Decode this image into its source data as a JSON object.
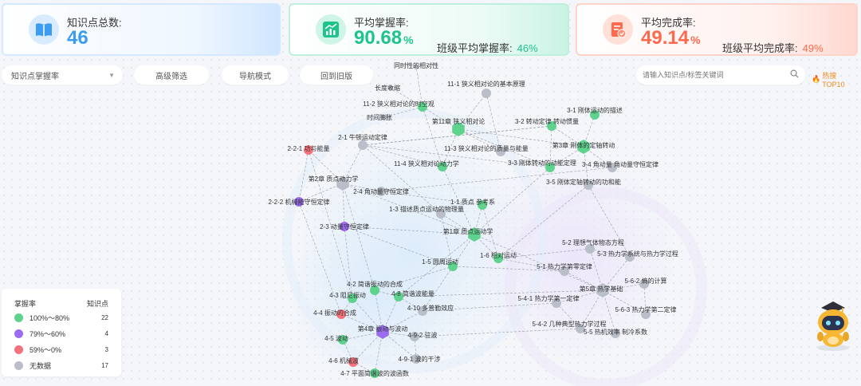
{
  "stats": {
    "total": {
      "label": "知识点总数:",
      "value": "46"
    },
    "mastery": {
      "label": "平均掌握率:",
      "value": "90.68",
      "unit": "%",
      "class_label": "班级平均掌握率:",
      "class_value": "46%"
    },
    "completion": {
      "label": "平均完成率:",
      "value": "49.14",
      "unit": "%",
      "class_label": "班级平均完成率:",
      "class_value": "49%"
    }
  },
  "toolbar": {
    "metric_select": "知识点掌握率",
    "advanced_filter": "高级筛选",
    "nav_mode": "导航模式",
    "back_old": "回到旧版",
    "search_placeholder": "请输入知识点/标签关键词",
    "hot_top": "热搜 TOP10"
  },
  "legend": {
    "title": "掌握率",
    "count_title": "知识点",
    "items": [
      {
        "label": "100%～80%",
        "count": "22",
        "color": "#5fd38d"
      },
      {
        "label": "79%～60%",
        "count": "4",
        "color": "#9b6cf0"
      },
      {
        "label": "59%～0%",
        "count": "3",
        "color": "#f3727b"
      },
      {
        "label": "无数据",
        "count": "17",
        "color": "#b9bec8"
      }
    ]
  },
  "graph": {
    "colors": {
      "green": "#5fd38d",
      "purple": "#9b6cf0",
      "red": "#f3727b",
      "gray": "#b9bec8",
      "edge": "#8a8f99"
    },
    "nodes": [
      {
        "id": "c11",
        "label": "第11章 狭义相对论",
        "color": "green",
        "type": "chapter"
      },
      {
        "id": "n11_2",
        "label": "11-2 狭义相对论的时空观",
        "color": "green",
        "type": "topic"
      },
      {
        "id": "n11_1",
        "label": "11-1 狭义相对论的基本原理",
        "color": "gray",
        "type": "topic"
      },
      {
        "id": "n11_3",
        "label": "11-3 狭义相对论的质量与能量",
        "color": "gray",
        "type": "topic"
      },
      {
        "id": "n11_4",
        "label": "11-4 狭义相对论动力学",
        "color": "green",
        "type": "topic"
      },
      {
        "id": "t_a",
        "label": "同时性的相对性",
        "color": "gray",
        "type": "point"
      },
      {
        "id": "t_b",
        "label": "长度收缩",
        "color": "gray",
        "type": "point"
      },
      {
        "id": "t_c",
        "label": "时间膨胀",
        "color": "gray",
        "type": "point"
      },
      {
        "id": "c3",
        "label": "第3章 刚体的定轴转动",
        "color": "green",
        "type": "chapter"
      },
      {
        "id": "n3_1",
        "label": "3-1 刚体运动的描述",
        "color": "green",
        "type": "topic"
      },
      {
        "id": "n3_2",
        "label": "3-2 转动定律 转动惯量",
        "color": "green",
        "type": "topic"
      },
      {
        "id": "n3_3",
        "label": "3-3 刚体转动的动能定理",
        "color": "green",
        "type": "topic"
      },
      {
        "id": "n3_4",
        "label": "3-4 角动量 角动量守恒定律",
        "color": "gray",
        "type": "topic"
      },
      {
        "id": "n3_5",
        "label": "3-5 刚体定轴转动的功和能",
        "color": "gray",
        "type": "topic"
      },
      {
        "id": "c2",
        "label": "第2章 质点动力学",
        "color": "gray",
        "type": "chapter"
      },
      {
        "id": "n2_1",
        "label": "2-1 牛顿运动定律",
        "color": "gray",
        "type": "topic"
      },
      {
        "id": "n2_2_1",
        "label": "2-2-1 功与能量",
        "color": "red",
        "type": "topic"
      },
      {
        "id": "n2_2_2",
        "label": "2-2-2 机械能守恒定律",
        "color": "purple",
        "type": "topic"
      },
      {
        "id": "n2_3",
        "label": "2-3 动量守恒定律",
        "color": "purple",
        "type": "topic"
      },
      {
        "id": "n2_4",
        "label": "2-4 角动量守恒定律",
        "color": "gray",
        "type": "topic"
      },
      {
        "id": "c1",
        "label": "第1章 质点运动学",
        "color": "green",
        "type": "chapter"
      },
      {
        "id": "n1_1",
        "label": "1-1 质点 参考系",
        "color": "green",
        "type": "topic"
      },
      {
        "id": "n1_3",
        "label": "1-3 描述质点运动的物理量",
        "color": "gray",
        "type": "topic"
      },
      {
        "id": "n1_5",
        "label": "1-5 圆周运动",
        "color": "green",
        "type": "topic"
      },
      {
        "id": "n1_6",
        "label": "1-6 相对运动",
        "color": "green",
        "type": "topic"
      },
      {
        "id": "c5",
        "label": "第5章 热学基础",
        "color": "gray",
        "type": "chapter"
      },
      {
        "id": "n5_1",
        "label": "5-1 热力学第零定律",
        "color": "gray",
        "type": "topic"
      },
      {
        "id": "n5_2",
        "label": "5-2 理想气体物态方程",
        "color": "gray",
        "type": "topic"
      },
      {
        "id": "n5_3",
        "label": "5-3 热力学系统与热力学过程",
        "color": "gray",
        "type": "topic"
      },
      {
        "id": "n5_4_1",
        "label": "5-4-1 热力学第一定律",
        "color": "gray",
        "type": "topic"
      },
      {
        "id": "n5_4_2",
        "label": "5-4-2 几种典型热力学过程",
        "color": "gray",
        "type": "topic"
      },
      {
        "id": "n5_5",
        "label": "5-5 热机效率 制冷系数",
        "color": "gray",
        "type": "topic"
      },
      {
        "id": "n5_6_2",
        "label": "5-6-2 熵的计算",
        "color": "gray",
        "type": "topic"
      },
      {
        "id": "n5_6_3",
        "label": "5-6-3 热力学第二定律",
        "color": "gray",
        "type": "topic"
      },
      {
        "id": "c4",
        "label": "第4章 振动与波动",
        "color": "purple",
        "type": "chapter"
      },
      {
        "id": "n4_2",
        "label": "4-2 简谐振动的合成",
        "color": "green",
        "type": "topic"
      },
      {
        "id": "n4_3",
        "label": "4-3 阻尼振动",
        "color": "green",
        "type": "topic"
      },
      {
        "id": "n4_4",
        "label": "4-4 振动的合成",
        "color": "red",
        "type": "topic"
      },
      {
        "id": "n4_5",
        "label": "4-5 波动",
        "color": "green",
        "type": "topic"
      },
      {
        "id": "n4_6",
        "label": "4-6 机械波",
        "color": "red",
        "type": "topic"
      },
      {
        "id": "n4_7",
        "label": "4-7 平面简谐波的波函数",
        "color": "green",
        "type": "topic"
      },
      {
        "id": "n4_8",
        "label": "4-8 简谐波能量",
        "color": "green",
        "type": "topic"
      },
      {
        "id": "n4_9_1",
        "label": "4-9-1 波的干涉",
        "color": "gray",
        "type": "topic"
      },
      {
        "id": "n4_9_2",
        "label": "4-9-2 驻波",
        "color": "gray",
        "type": "topic"
      },
      {
        "id": "n4_10",
        "label": "4-10 多普勒效应",
        "color": "gray",
        "type": "topic"
      }
    ]
  }
}
